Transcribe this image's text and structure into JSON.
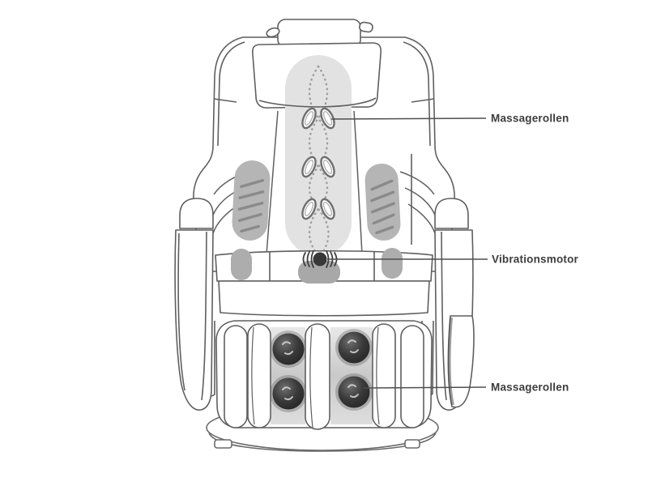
{
  "diagram": {
    "type": "massage-chair-front-view-line-drawing",
    "labels": [
      {
        "text": "Massagerollen"
      },
      {
        "text": "Vibrationsmotor"
      },
      {
        "text": "Massagerollen"
      }
    ],
    "colors": {
      "background": "#ffffff",
      "outline": "#5f5f5f",
      "spine_strip": "#e2e2e2",
      "side_pad": "#b5b5b5",
      "pad_hatch": "#8a8a8a",
      "seat_pill": "#adadad",
      "motor": "#383838",
      "motor_blob": "#a8a8a8",
      "roller_ball": "#333333",
      "leader_line": "#4f4f4f",
      "label_text": "#3d3d3d"
    }
  }
}
